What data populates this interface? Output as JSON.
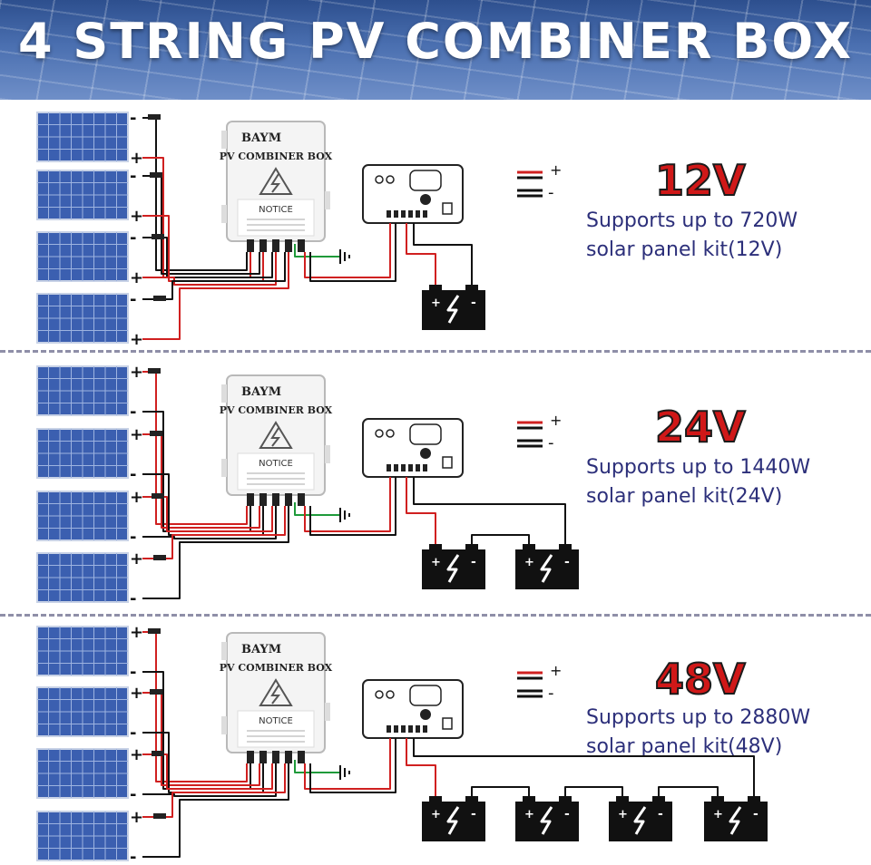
{
  "title": "4 STRING PV COMBINER BOX",
  "colors": {
    "voltage": "#d01818",
    "support_text": "#2c2f7a",
    "positive_wire": "#d02020",
    "negative_wire": "#111111",
    "ground_wire": "#1f9a3a"
  },
  "combiner_box": {
    "brand": "BAYM",
    "label": "PV COMBINER BOX",
    "notice_title": "NOTICE"
  },
  "polarity": {
    "plus": "+",
    "minus": "-"
  },
  "sections": [
    {
      "voltage": "12V",
      "support_line1": "Supports up to 720W",
      "support_line2": "solar panel kit(12V)",
      "panel_signs": [
        "-",
        "+",
        "-",
        "+",
        "-",
        "+",
        "-",
        "+"
      ],
      "battery_count": 1
    },
    {
      "voltage": "24V",
      "support_line1": "Supports up to 1440W",
      "support_line2": "solar panel kit(24V)",
      "panel_signs": [
        "+",
        "-",
        "+",
        "-",
        "+",
        "-",
        "+",
        "-"
      ],
      "battery_count": 2
    },
    {
      "voltage": "48V",
      "support_line1": "Supports up to 2880W",
      "support_line2": "solar panel kit(48V)",
      "panel_signs": [
        "+",
        "-",
        "+",
        "-",
        "+",
        "-",
        "+",
        "-"
      ],
      "battery_count": 4
    }
  ]
}
